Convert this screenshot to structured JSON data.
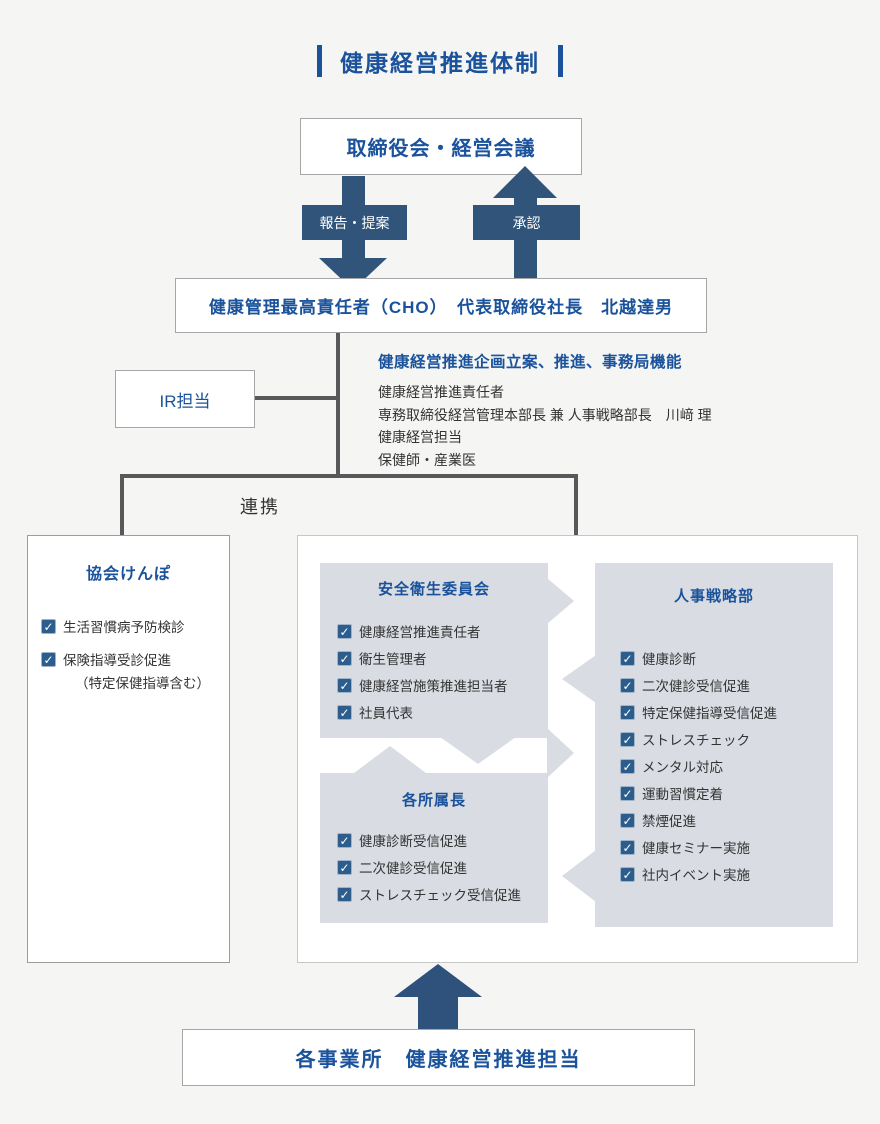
{
  "title": "健康経営推進体制",
  "board": {
    "label": "取締役会・経営会議"
  },
  "flow": {
    "report_label": "報告・提案",
    "approval_label": "承認"
  },
  "cho": {
    "label": "健康管理最高責任者（CHO）　代表取締役社長　北越達男"
  },
  "ir": {
    "label": "IR担当"
  },
  "secretariat": {
    "heading": "健康経営推進企画立案、推進、事務局機能",
    "lines": [
      "健康経営推進責任者",
      "専務取締役経営管理本部長 兼 人事戦略部長　川﨑 理",
      "健康経営担当",
      "保健師・産業医"
    ]
  },
  "link_label": "連携",
  "kyokai_kenpo": {
    "title": "協会けんぽ",
    "items": [
      {
        "label": "生活習慣病予防検診",
        "note": ""
      },
      {
        "label": "保険指導受診促進",
        "note": "（特定保健指導含む）"
      }
    ]
  },
  "safety_committee": {
    "title": "安全衛生委員会",
    "items": [
      "健康経営推進責任者",
      "衛生管理者",
      "健康経営施策推進担当者",
      "社員代表"
    ]
  },
  "department_heads": {
    "title": "各所属長",
    "items": [
      "健康診断受信促進",
      "二次健診受信促進",
      "ストレスチェック受信促進"
    ]
  },
  "hr_strategy": {
    "title": "人事戦略部",
    "items": [
      "健康診断",
      "二次健診受信促進",
      "特定保健指導受信促進",
      "ストレスチェック",
      "メンタル対応",
      "運動習慣定着",
      "禁煙促進",
      "健康セミナー実施",
      "社内イベント実施"
    ]
  },
  "sites": {
    "label": "各事業所　健康経営推進担当"
  },
  "colors": {
    "accent_blue": "#1a529b",
    "arrow_navy": "#30547a",
    "checkbox_navy": "#2d5d8c",
    "panel_gray": "#d9dde3",
    "connector_gray": "#58585a",
    "background": "#f5f5f4"
  }
}
